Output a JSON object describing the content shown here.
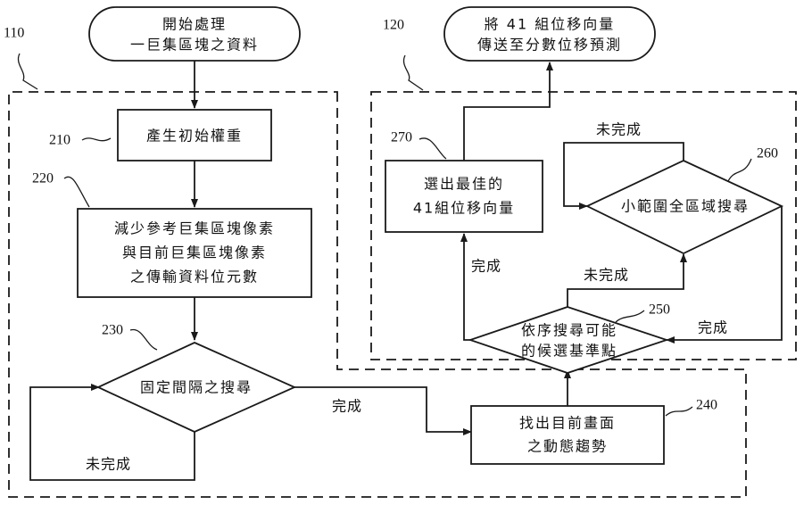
{
  "refs": {
    "r110": "110",
    "r120": "120",
    "r210": "210",
    "r220": "220",
    "r230": "230",
    "r240": "240",
    "r250": "250",
    "r260": "260",
    "r270": "270"
  },
  "nodes": {
    "start": [
      "開始處理",
      "一巨集區塊之資料"
    ],
    "send": [
      "將 41 組位移向量",
      "傳送至分數位移預測"
    ],
    "n210": [
      "產生初始權重"
    ],
    "n220": [
      "減少參考巨集區塊像素",
      "與目前巨集區塊像素",
      "之傳輸資料位元數"
    ],
    "n230": [
      "固定間隔之搜尋"
    ],
    "n240": [
      "找出目前畫面",
      "之動態趨勢"
    ],
    "n250": [
      "依序搜尋可能",
      "的候選基準點"
    ],
    "n260": [
      "小範圍全區域搜尋"
    ],
    "n270": [
      "選出最佳的",
      "41組位移向量"
    ]
  },
  "edges": {
    "e230_done": "完成",
    "e230_notdone": "未完成",
    "e250_notdone": "未完成",
    "e250_done": "完成",
    "e260_notdone": "未完成",
    "e260_done": "完成"
  }
}
